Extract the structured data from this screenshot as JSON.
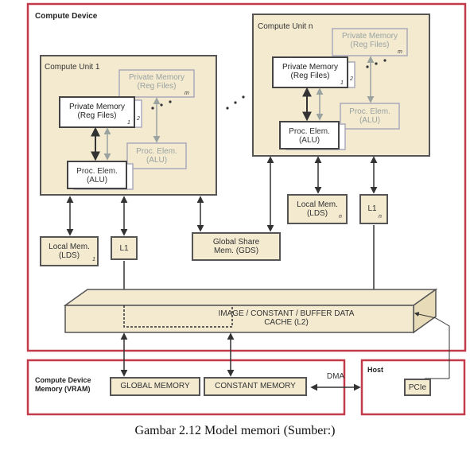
{
  "colors": {
    "red": "#c33a4a",
    "beige": "#f3ead0",
    "box_border": "#555555",
    "faded": "#9aa3a0"
  },
  "compute_device": {
    "title": "Compute Device"
  },
  "compute_unit_1": {
    "title": "Compute Unit 1",
    "private_memory": {
      "line1": "Private Memory",
      "line2": "(Reg Files)",
      "idx1": "1",
      "idx2": "2",
      "idx_m": "m"
    },
    "proc_elem": {
      "line1": "Proc. Elem.",
      "line2": "(ALU)"
    },
    "local_mem": {
      "line1": "Local Mem.",
      "line2": "(LDS)",
      "idx": "1"
    },
    "l1": {
      "label": "L1"
    }
  },
  "compute_unit_n": {
    "title": "Compute Unit n",
    "private_memory": {
      "line1": "Private Memory",
      "line2": "(Reg Files)",
      "idx1": "1",
      "idx2": "2",
      "idx_m": "m"
    },
    "proc_elem": {
      "line1": "Proc. Elem.",
      "line2": "(ALU)"
    },
    "local_mem": {
      "line1": "Local Mem.",
      "line2": "(LDS)",
      "idx": "n"
    },
    "l1": {
      "label": "L1",
      "idx": "n"
    }
  },
  "global_share": {
    "line1": "Global Share",
    "line2": "Mem. (GDS)"
  },
  "cache": {
    "line1": "IMAGE / CONSTANT / BUFFER DATA",
    "line2": "CACHE (L2)"
  },
  "vram": {
    "title_line1": "Compute Device",
    "title_line2": "Memory (VRAM)",
    "global_memory": "GLOBAL MEMORY",
    "constant_memory": "CONSTANT MEMORY"
  },
  "dma": {
    "label": "DMA"
  },
  "host": {
    "title": "Host",
    "pcie": "PCIe"
  },
  "caption": "Gambar 2.12 Model memori (Sumber:)"
}
